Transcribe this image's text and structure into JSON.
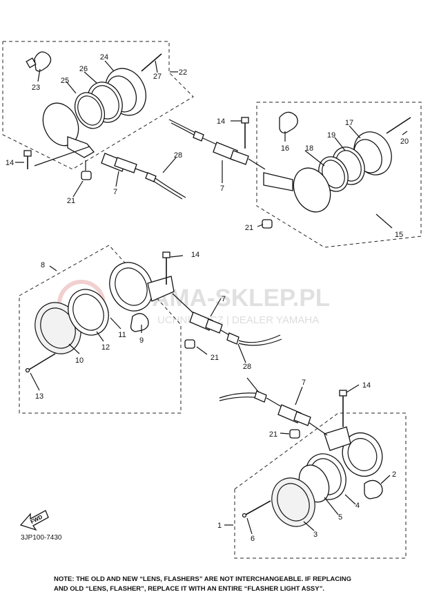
{
  "callouts": {
    "n1": "1",
    "n2": "2",
    "n3": "3",
    "n4": "4",
    "n5": "5",
    "n6": "6",
    "n7a": "7",
    "n7b": "7",
    "n7c": "7",
    "n7d": "7",
    "n8": "8",
    "n9": "9",
    "n10": "10",
    "n11": "11",
    "n12": "12",
    "n13": "13",
    "n14a": "14",
    "n14b": "14",
    "n14c": "14",
    "n14d": "14",
    "n15": "15",
    "n16": "16",
    "n17": "17",
    "n18": "18",
    "n19": "19",
    "n20": "20",
    "n21a": "21",
    "n21b": "21",
    "n21c": "21",
    "n21d": "21",
    "n22": "22",
    "n23": "23",
    "n24": "24",
    "n25": "25",
    "n26": "26",
    "n27": "27",
    "n28a": "28",
    "n28b": "28"
  },
  "fwd_label": "FWD",
  "diagram_code": "3JP100-7430",
  "watermark": {
    "brand": "YAMA-SKLEP.PL",
    "subtitle": "UCHNIEWICZ | DEALER YAMAHA"
  },
  "note": {
    "line1": "NOTE: THE OLD AND NEW “LENS, FLASHERS” ARE NOT INTERCHANGEABLE. IF REPLACING",
    "line2": "AND OLD “LENS, FLASHER”, REPLACE IT WITH AN ENTIRE “FLASHER LIGHT ASSY”."
  }
}
